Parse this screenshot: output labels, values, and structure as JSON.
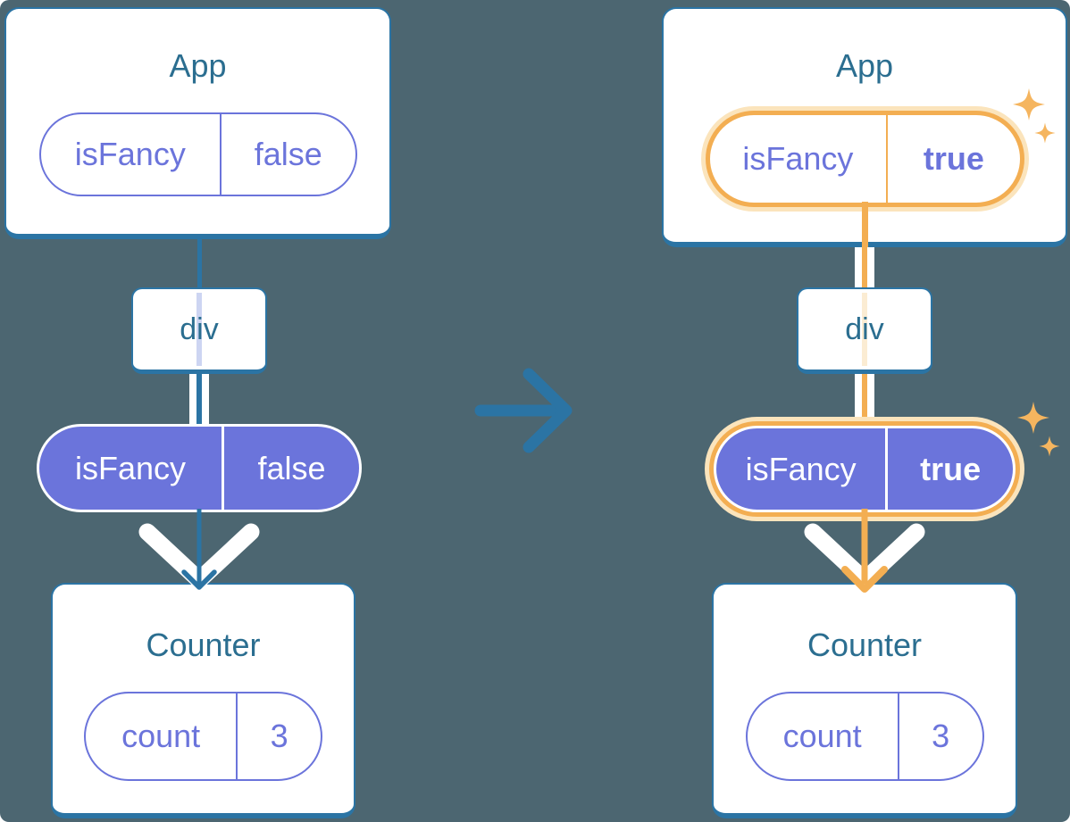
{
  "diagram": {
    "description_labels": {},
    "left_tree": {
      "app": {
        "title": "App",
        "state_pill": {
          "key": "isFancy",
          "value": "false"
        }
      },
      "div": {
        "label": "div"
      },
      "prop_pill": {
        "key": "isFancy",
        "value": "false"
      },
      "counter": {
        "title": "Counter",
        "state_pill": {
          "key": "count",
          "value": "3"
        }
      }
    },
    "right_tree": {
      "app": {
        "title": "App",
        "state_pill": {
          "key": "isFancy",
          "value": "true"
        }
      },
      "div": {
        "label": "div"
      },
      "prop_pill": {
        "key": "isFancy",
        "value": "true"
      },
      "counter": {
        "title": "Counter",
        "state_pill": {
          "key": "count",
          "value": "3"
        }
      }
    },
    "colors": {
      "background": "#4C6671",
      "card_border_blue": "#2B74A4",
      "heading_text_blue": "#2B6E90",
      "state_purple": "#6B74DB",
      "highlight_orange": "#F3AE52",
      "highlight_orange_glow": "#FBE4BC",
      "faint_purple_line": "#CDD5F2",
      "faint_orange_line": "#FBECD3",
      "arrow_white": "#FFFFFF",
      "transition_arrow_blue": "#2B74A4"
    }
  }
}
